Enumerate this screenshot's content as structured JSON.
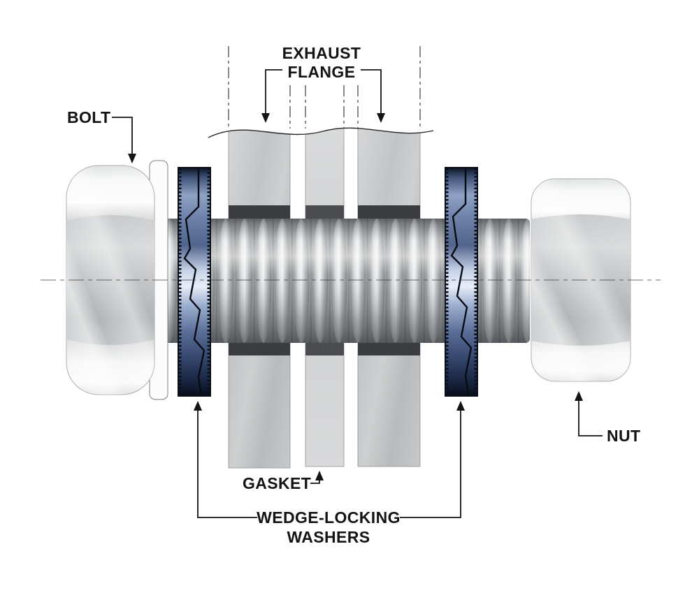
{
  "diagram": {
    "labels": {
      "bolt": "BOLT",
      "exhaust_line1": "EXHAUST",
      "exhaust_line2": "FLANGE",
      "gasket": "GASKET",
      "wedge_line1": "WEDGE-LOCKING",
      "wedge_line2": "WASHERS",
      "nut": "NUT"
    },
    "colors": {
      "washer_blue": "#51648c",
      "plate_gray": "#c6c8ca",
      "metal_highlight": "#f7f8f8",
      "leader_line": "#141414"
    }
  }
}
